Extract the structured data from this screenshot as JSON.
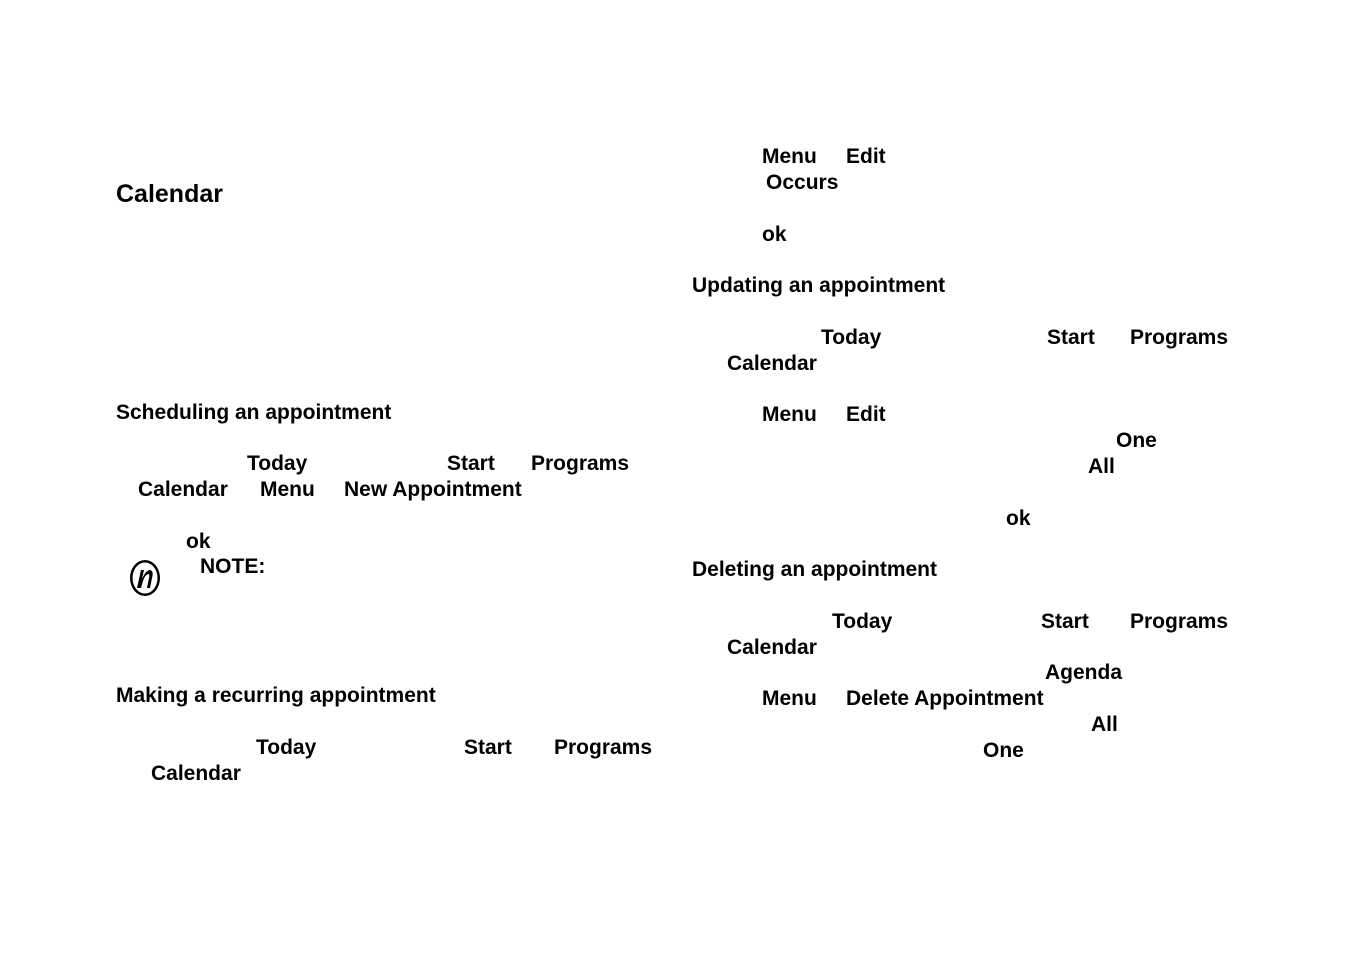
{
  "left": {
    "title": "Calendar",
    "scheduling": {
      "heading": "Scheduling an appointment",
      "today": "Today",
      "start": "Start",
      "programs": "Programs",
      "calendar": "Calendar",
      "menu": "Menu",
      "new_appointment": "New Appointment",
      "ok": "ok",
      "note": "NOTE:"
    },
    "recurring": {
      "heading": "Making a recurring appointment",
      "today": "Today",
      "start": "Start",
      "programs": "Programs",
      "calendar": "Calendar"
    }
  },
  "right": {
    "recurring_cont": {
      "menu": "Menu",
      "edit": "Edit",
      "occurs": "Occurs",
      "ok": "ok"
    },
    "updating": {
      "heading": "Updating an appointment",
      "today": "Today",
      "start": "Start",
      "programs": "Programs",
      "calendar": "Calendar",
      "menu": "Menu",
      "edit": "Edit",
      "one": "One",
      "all": "All",
      "ok": "ok"
    },
    "deleting": {
      "heading": "Deleting an appointment",
      "today": "Today",
      "start": "Start",
      "programs": "Programs",
      "calendar": "Calendar",
      "agenda": "Agenda",
      "menu": "Menu",
      "delete_appointment": "Delete Appointment",
      "all": "All",
      "one": "One"
    }
  },
  "icons": {
    "note": "note-icon"
  }
}
